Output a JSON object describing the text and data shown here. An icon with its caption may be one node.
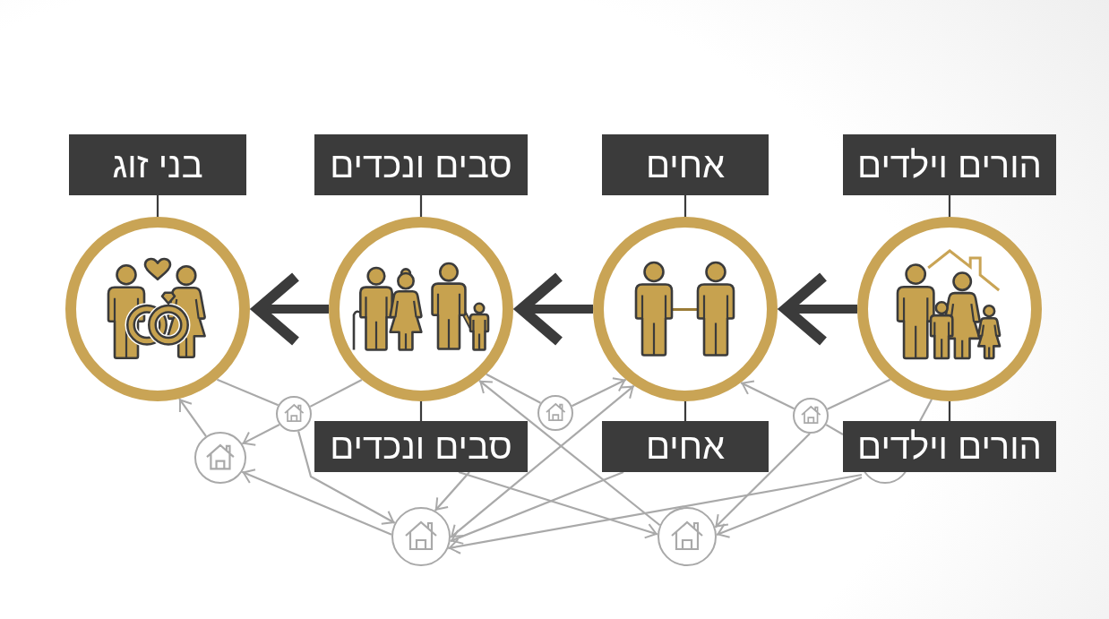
{
  "diagram": {
    "nodes": [
      {
        "text": [
          "הורים וילדים"
        ]
      },
      {
        "text": [
          "אחים"
        ]
      },
      {
        "text": [
          "סבים ונכדים"
        ]
      },
      {
        "text": [
          "בני זוג"
        ]
      },
      {
        "text": [],
        "shape": "circle"
      },
      {
        "text": [],
        "shape": "circle"
      },
      {
        "text": [],
        "shape": "circle"
      },
      {
        "text": [],
        "shape": "circle"
      },
      {
        "text": [
          "הורים וילדים"
        ]
      },
      {
        "text": [
          "אחים"
        ]
      },
      {
        "text": [
          "סבים ונכדים"
        ]
      },
      {
        "text": [],
        "shape": "circle"
      },
      {
        "text": [],
        "shape": "circle"
      },
      {
        "text": [],
        "shape": "circle"
      },
      {
        "text": [],
        "shape": "circle"
      },
      {
        "text": [],
        "shape": "circle"
      },
      {
        "text": [],
        "shape": "circle"
      },
      {
        "text": [],
        "shape": "circle"
      }
    ],
    "edges": [
      {
        "from": 0,
        "to": 4,
        "arrow": "none",
        "color": "#3b3b3b"
      },
      {
        "from": 1,
        "to": 5,
        "arrow": "none",
        "color": "#3b3b3b"
      },
      {
        "from": 2,
        "to": 6,
        "arrow": "none",
        "color": "#3b3b3b"
      },
      {
        "from": 3,
        "to": 7,
        "arrow": "none",
        "color": "#3b3b3b"
      },
      {
        "from": 4,
        "to": 8,
        "arrow": "none",
        "color": "#3b3b3b"
      },
      {
        "from": 5,
        "to": 9,
        "arrow": "none",
        "color": "#3b3b3b"
      },
      {
        "from": 6,
        "to": 10,
        "arrow": "none",
        "color": "#3b3b3b"
      },
      {
        "from": 4,
        "to": 5,
        "arrow": "to",
        "style": "thick",
        "color": "#3b3b3b"
      },
      {
        "from": 5,
        "to": 6,
        "arrow": "to",
        "style": "thick",
        "color": "#3b3b3b"
      },
      {
        "from": 6,
        "to": 7,
        "arrow": "to",
        "style": "thick",
        "color": "#3b3b3b"
      },
      {
        "from": 4,
        "to": 11,
        "arrow": "none"
      },
      {
        "from": 11,
        "to": 5,
        "arrow": "to"
      },
      {
        "from": 11,
        "to": 16,
        "arrow": "to"
      },
      {
        "from": 11,
        "to": 8,
        "arrow": "none"
      },
      {
        "from": 4,
        "to": 8,
        "arrow": "none"
      },
      {
        "from": 12,
        "to": 17,
        "arrow": "to"
      },
      {
        "from": 12,
        "to": 16,
        "arrow": "to"
      },
      {
        "from": 9,
        "to": 17,
        "arrow": "to"
      },
      {
        "from": 6,
        "to": 13,
        "arrow": "none"
      },
      {
        "from": 13,
        "to": 5,
        "arrow": "to"
      },
      {
        "from": 16,
        "to": 6,
        "arrow": "to"
      },
      {
        "from": 17,
        "to": 5,
        "arrow": "both"
      },
      {
        "from": 10,
        "to": 17,
        "arrow": "to"
      },
      {
        "from": 10,
        "to": 16,
        "arrow": "to"
      },
      {
        "from": 7,
        "to": 14,
        "arrow": "none"
      },
      {
        "from": 14,
        "to": 6,
        "arrow": "none"
      },
      {
        "from": 14,
        "to": 15,
        "arrow": "to"
      },
      {
        "from": 14,
        "to": 17,
        "arrow": "to"
      },
      {
        "from": 15,
        "to": 7,
        "arrow": "to"
      },
      {
        "from": 17,
        "to": 15,
        "arrow": "to"
      }
    ]
  }
}
